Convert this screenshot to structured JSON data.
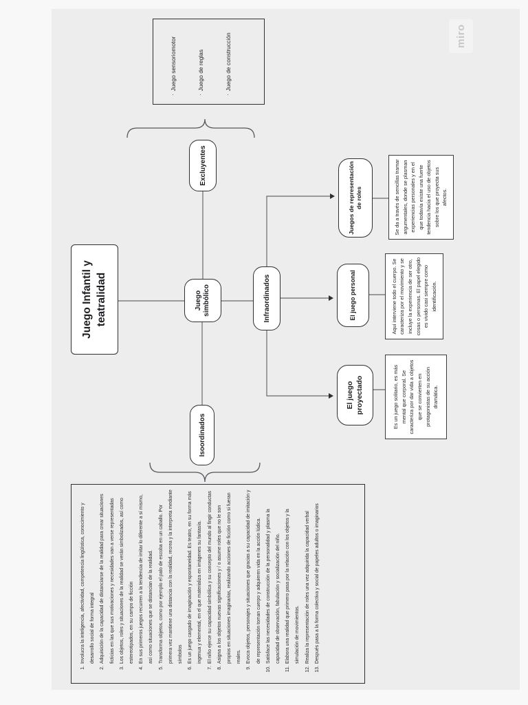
{
  "watermark": "miro",
  "diagram": {
    "title": "Juego Infantil y teatralidad",
    "root": {
      "label": "Juego simbólico"
    },
    "excluyentes": {
      "label": "Excluyentes",
      "bullet_char": "·",
      "items": [
        "Juego sensoriomotor",
        "Juego de reglas",
        "Juego de construcción"
      ]
    },
    "isoordinados": {
      "label": "Isoordinados",
      "items": [
        {
          "n": "1.",
          "text": "Involucra la inteligencia, afectividad, competencia lingüística, conocimiento y desarrollo social de forma integral"
        },
        {
          "n": "2.",
          "text": "Adquisición de la capacidad de distanciarse de la realidad para crear situaciones ficticias en las que sus motivaciones y necesidades van a verse representadas"
        },
        {
          "n": "3.",
          "text": "Los objetos, roles y situaciones de la realidad se verán simbolizados, así como estereotipados, en su campo de ficción"
        },
        {
          "n": "4.",
          "text": "En sus primeros juegos recurren a la tendencia de imitar lo diferente a sí mismo, así como situaciones que se distancian de la realidad."
        },
        {
          "n": "5.",
          "text": "Transforma objetos, como por ejemplo el palo de escoba en un caballo. Por primera vez mantiene una distancia con la realidad, recrea y la interpreta mediante símbolos"
        },
        {
          "n": "6.",
          "text": "Es un juego cargado de imaginación y espontaneidad. Es teatro, en su forma más ingenua y elemental, en el que materializa en imágenes su fantasía."
        },
        {
          "n": "7.",
          "text": "El niño ejerce su capacidad simbólica y su concepto del mundo al fingir conductas"
        },
        {
          "n": "8.",
          "text": "Asigna a los objetos nuevas significaciones y / o asume roles que no le son propios en situaciones imaginarias, realizando acciones de ficción como si fueran reales."
        },
        {
          "n": "9.",
          "text": "Evoca objetos, personajes y situaciones que gracias a su capacidad de imitación y de representación toman cuerpo y adquieren vida en la acción lúdica."
        },
        {
          "n": "10.",
          "text": "Satisface las necesidades de construcción de la personalidad y plasma la capacidad de observación, fabulación y socialización del niño."
        },
        {
          "n": "11.",
          "text": "Elabora una realidad que primero pasa por la relación con los objetos y la simulación de movimientos."
        },
        {
          "n": "12.",
          "text": "Realiza la representación de roles una vez adquirida la capacidad verbal"
        },
        {
          "n": "13.",
          "text": "Después pasa a la forma colectiva y social de papeles adultos o imaginarios"
        }
      ]
    },
    "infraordinados": {
      "label": "Infraordinados",
      "children": [
        {
          "label": "Juegos de representación de roles",
          "description": "Se da a través de sencillas tramar argumentales, donde se plasman experiencias personales y en el que todavía existe una fuerte tendencia hacia el uso de objetos sobre los que proyecta sus afectos."
        },
        {
          "label": "El juego personal",
          "description": "Aquí interviene todo el cuerpo. Se caracteriza por el movimiento y se incluye la experiencia de ser otro, cosas o personas. El papel elegido es vivido casi siempre como identificación."
        },
        {
          "label": "El juego proyectado",
          "description": "Es un juego solitario, es más mental que corporal. Se caracteriza por dar vida a objetos que se convierten en protagonistas de su acción dramática."
        }
      ]
    }
  }
}
